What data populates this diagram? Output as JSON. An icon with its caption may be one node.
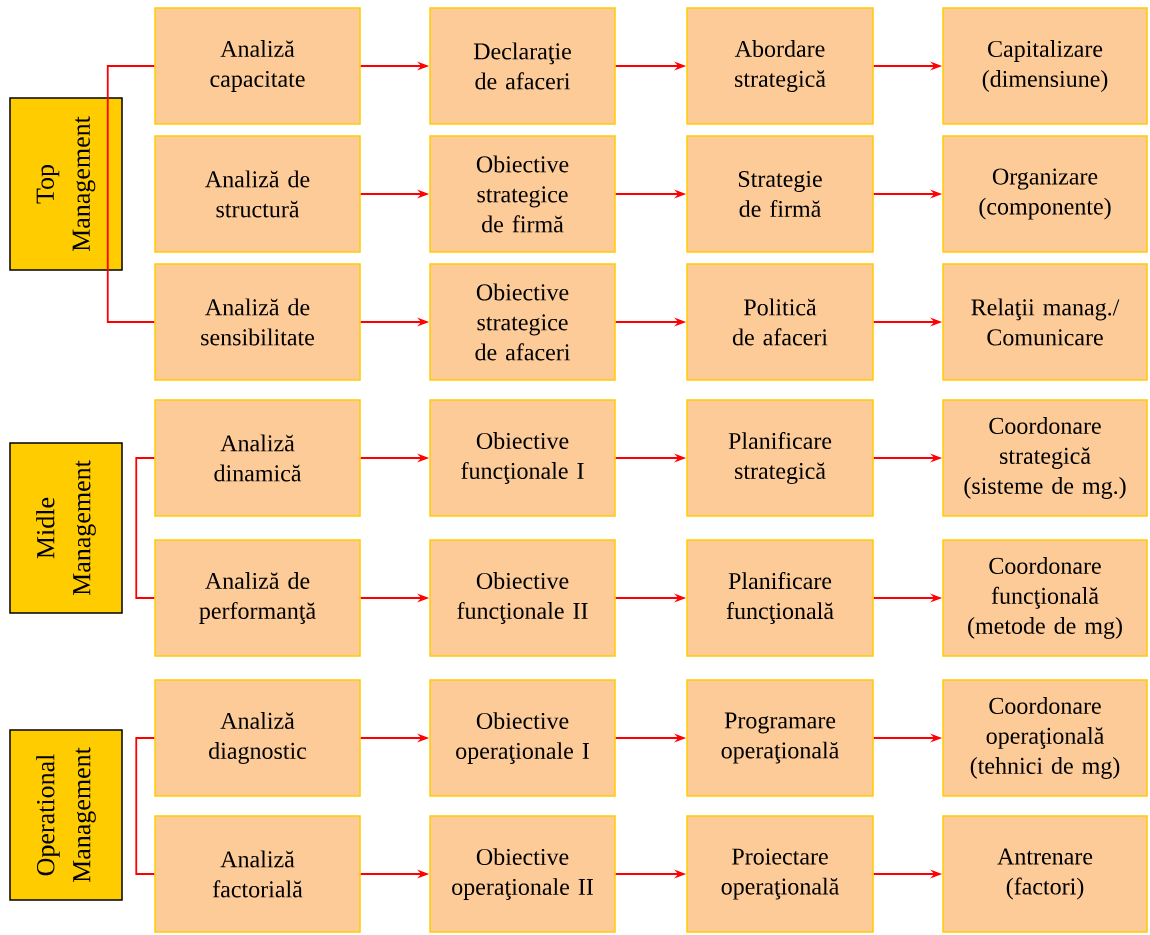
{
  "diagram": {
    "nodes": [
      {
        "text": [
          "Top Management"
        ]
      },
      {
        "text": [
          "Midle Management"
        ]
      },
      {
        "text": [
          "Operational Management"
        ]
      },
      {
        "text": [
          "Analiză capacitate"
        ]
      },
      {
        "text": [
          "Declaraţie de afaceri"
        ]
      },
      {
        "text": [
          "Abordare strategică"
        ]
      },
      {
        "text": [
          "Capitalizare (dimensiune)"
        ]
      },
      {
        "text": [
          "Analiză de structură"
        ]
      },
      {
        "text": [
          "Obiective strategice de firmă"
        ]
      },
      {
        "text": [
          "Strategie de firmă"
        ]
      },
      {
        "text": [
          "Organizare (componente)"
        ]
      },
      {
        "text": [
          "Analiză de sensibilitate"
        ]
      },
      {
        "text": [
          "Obiective strategice de afaceri"
        ]
      },
      {
        "text": [
          "Politică de afaceri"
        ]
      },
      {
        "text": [
          "Relaţii manag./ Comunicare"
        ]
      },
      {
        "text": [
          "Analiză dinamică"
        ]
      },
      {
        "text": [
          "Obiective funcţionale I"
        ]
      },
      {
        "text": [
          "Planificare strategică"
        ]
      },
      {
        "text": [
          "Coordonare strategică (sisteme de mg.)"
        ]
      },
      {
        "text": [
          "Analiză de performanţă"
        ]
      },
      {
        "text": [
          "Obiective funcţionale II"
        ]
      },
      {
        "text": [
          "Planificare funcţională"
        ]
      },
      {
        "text": [
          "Coordonare funcţională (metode de mg)"
        ]
      },
      {
        "text": [
          "Analiză diagnostic"
        ]
      },
      {
        "text": [
          "Obiective operaţionale I"
        ]
      },
      {
        "text": [
          "Programare operaţională"
        ]
      },
      {
        "text": [
          "Coordonare operaţională (tehnici de mg)"
        ]
      },
      {
        "text": [
          "Analiză factorială"
        ]
      },
      {
        "text": [
          "Obiective operaţionale II"
        ]
      },
      {
        "text": [
          "Proiectare operaţională"
        ]
      },
      {
        "text": [
          "Antrenare (factori)"
        ]
      }
    ],
    "edges": [
      {
        "from": 0,
        "to": 3,
        "arrow": "none"
      },
      {
        "from": 0,
        "to": 11,
        "arrow": "none"
      },
      {
        "from": 15,
        "to": 19,
        "arrow": "none"
      },
      {
        "from": 23,
        "to": 27,
        "arrow": "none"
      },
      {
        "from": 3,
        "to": 4,
        "arrow": "to"
      },
      {
        "from": 4,
        "to": 5,
        "arrow": "to"
      },
      {
        "from": 5,
        "to": 6,
        "arrow": "to"
      },
      {
        "from": 7,
        "to": 8,
        "arrow": "to"
      },
      {
        "from": 8,
        "to": 9,
        "arrow": "to"
      },
      {
        "from": 9,
        "to": 10,
        "arrow": "to"
      },
      {
        "from": 11,
        "to": 12,
        "arrow": "to"
      },
      {
        "from": 12,
        "to": 13,
        "arrow": "to"
      },
      {
        "from": 13,
        "to": 14,
        "arrow": "to"
      },
      {
        "from": 15,
        "to": 16,
        "arrow": "to"
      },
      {
        "from": 16,
        "to": 17,
        "arrow": "to"
      },
      {
        "from": 17,
        "to": 18,
        "arrow": "to"
      },
      {
        "from": 19,
        "to": 20,
        "arrow": "to"
      },
      {
        "from": 20,
        "to": 21,
        "arrow": "to"
      },
      {
        "from": 21,
        "to": 22,
        "arrow": "to"
      },
      {
        "from": 23,
        "to": 24,
        "arrow": "to"
      },
      {
        "from": 24,
        "to": 25,
        "arrow": "to"
      },
      {
        "from": 25,
        "to": 26,
        "arrow": "to"
      },
      {
        "from": 27,
        "to": 28,
        "arrow": "to"
      },
      {
        "from": 28,
        "to": 29,
        "arrow": "to"
      },
      {
        "from": 29,
        "to": 30,
        "arrow": "to"
      }
    ]
  }
}
